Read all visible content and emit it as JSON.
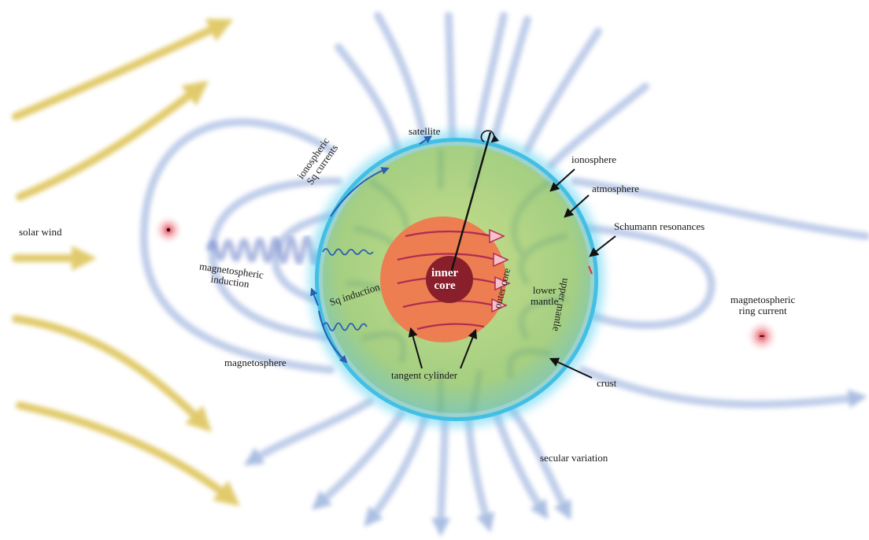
{
  "labels": {
    "solar_wind": "solar wind",
    "satellite": "satellite",
    "ionospheric_sq_currents": [
      "ionospheric",
      "Sq currents"
    ],
    "magnetospheric_induction": [
      "magnetospheric",
      "induction"
    ],
    "sq_induction": "Sq induction",
    "magnetosphere": "magnetosphere",
    "inner_core": [
      "inner",
      "core"
    ],
    "outer_core": "outer core",
    "lower_mantle": [
      "lower",
      "mantle"
    ],
    "upper_mantle": "upper mantle",
    "tangent_cylinder": "tangent cylinder",
    "ionosphere": "ionosphere",
    "atmosphere": "atmosphere",
    "schumann_resonances": "Schumann resonances",
    "crust": "crust",
    "magnetospheric_ring_current": [
      "magnetospheric",
      "ring current"
    ],
    "secular_variation": "secular variation"
  },
  "colors": {
    "solar_wind_arrows": "#d8b93a",
    "field_lines": "#b6c6e6",
    "atmosphere_shell": "#4fc6ea",
    "mantle": "#a9d07e",
    "outer_core": "#ec7e52",
    "inner_core": "#8a1f2c",
    "core_currents": "#b02c50",
    "ring_current": "#e04050"
  }
}
